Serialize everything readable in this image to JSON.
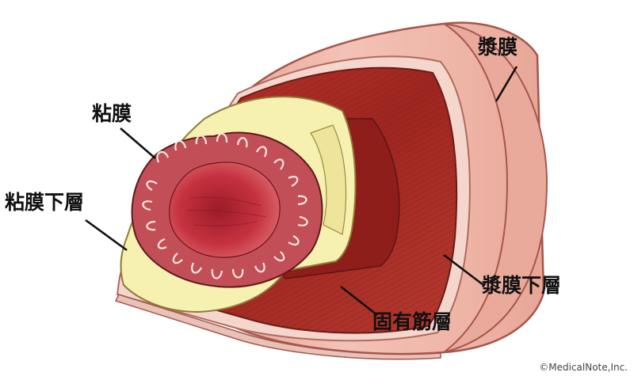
{
  "labels": {
    "serosa": "漿膜",
    "mucosa": "粘膜",
    "submucosa": "粘膜下層",
    "subserosa": "漿膜下層",
    "muscularis_propria": "固有筋層"
  },
  "copyright": "©MedicalNote,Inc.",
  "colors": {
    "serosa": "#ecb1a4",
    "subserosa": "#f6dcd5",
    "muscle": "#a72c25",
    "submucosa": "#f7f2b4",
    "mucosa": "#c8535d",
    "lumen": "#c22c3c",
    "outline": "#6b2a24"
  }
}
